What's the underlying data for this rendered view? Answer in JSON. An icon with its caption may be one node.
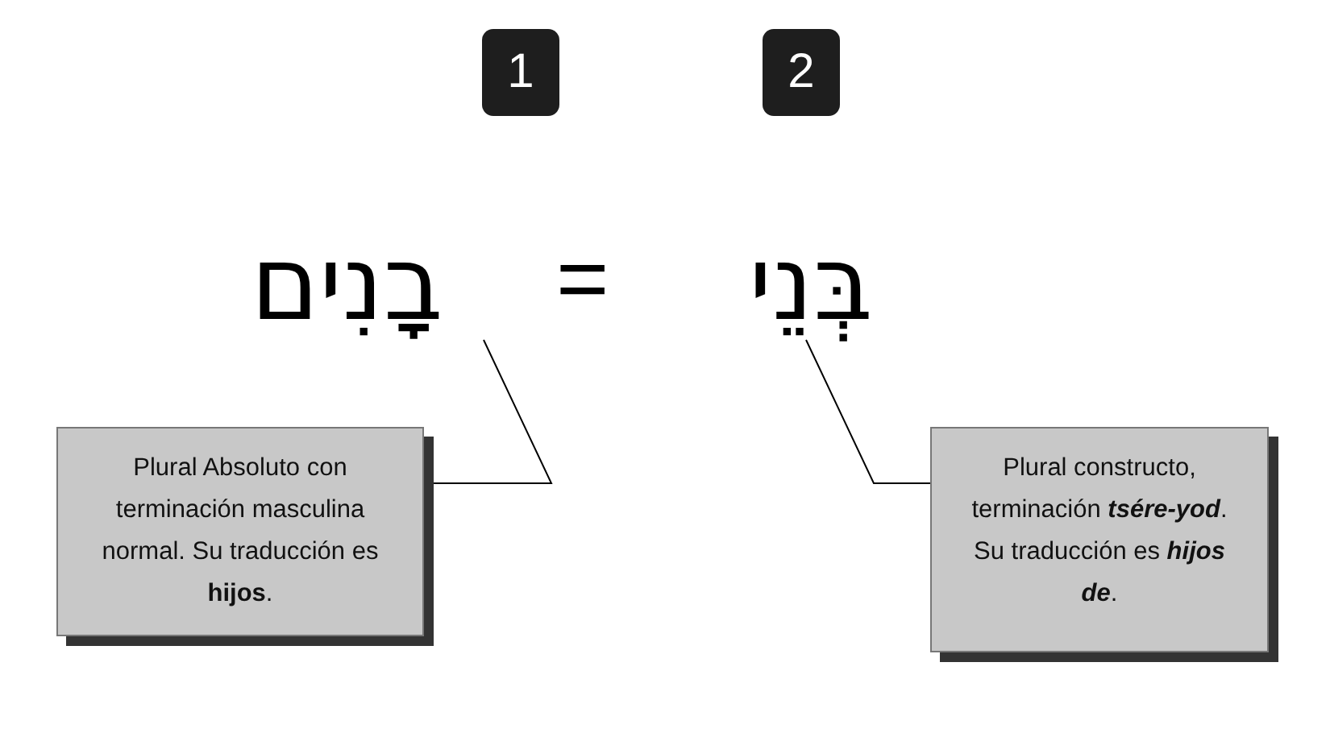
{
  "diagram": {
    "nodes": [
      {
        "text": [
          "1"
        ]
      },
      {
        "text": [
          "2"
        ]
      },
      {
        "text": [
          "בָנִים"
        ]
      },
      {
        "text": [
          "בְּנֵי"
        ]
      },
      {
        "text": [
          "Plural Absoluto con terminación masculina normal. Su traducción es **hijos**."
        ]
      },
      {
        "text": [
          "Plural constructo, terminación **tsére-yod**. Su traducción es **hijos de**."
        ]
      }
    ],
    "edges": [
      {
        "from": 4,
        "to": 2,
        "arrow": "none"
      },
      {
        "from": 5,
        "to": 3,
        "arrow": "none"
      }
    ],
    "labels": [
      "="
    ]
  }
}
